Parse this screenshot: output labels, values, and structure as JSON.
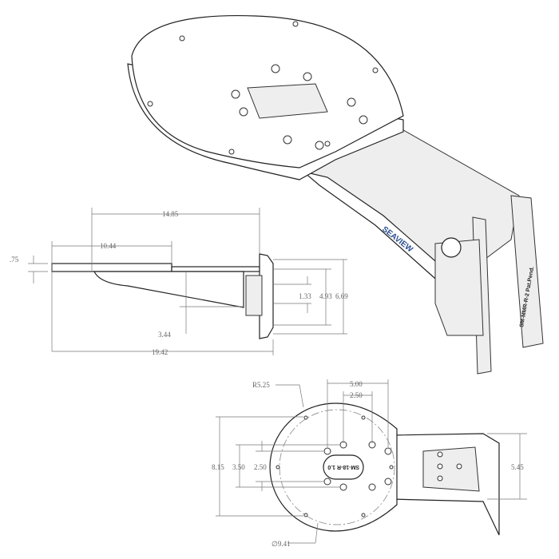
{
  "iso_view": {
    "brand": "SEAVIEW",
    "part_label": "SM-MMR-R-2 Pat.Pend."
  },
  "side_view": {
    "dimensions": {
      "overall_length": "19.42",
      "arm_length": "14.85",
      "plate_length": "10.44",
      "plate_thickness": ".75",
      "drop": "3.44",
      "hole_spacing_small": "1.33",
      "hole_spacing_mid": "4.93",
      "bracket_height": "6.69"
    }
  },
  "top_view": {
    "dimensions": {
      "radius": "R5.25",
      "bolt_circle": "∅9.41",
      "width_overall": "8.15",
      "hole_spacing_outer_v": "3.50",
      "hole_spacing_inner_v": "2.50",
      "hole_spacing_outer_h": "5.00",
      "hole_spacing_inner_h": "2.50",
      "bracket_width": "5.45"
    },
    "slot_label": "SM-18-R 1.0"
  }
}
